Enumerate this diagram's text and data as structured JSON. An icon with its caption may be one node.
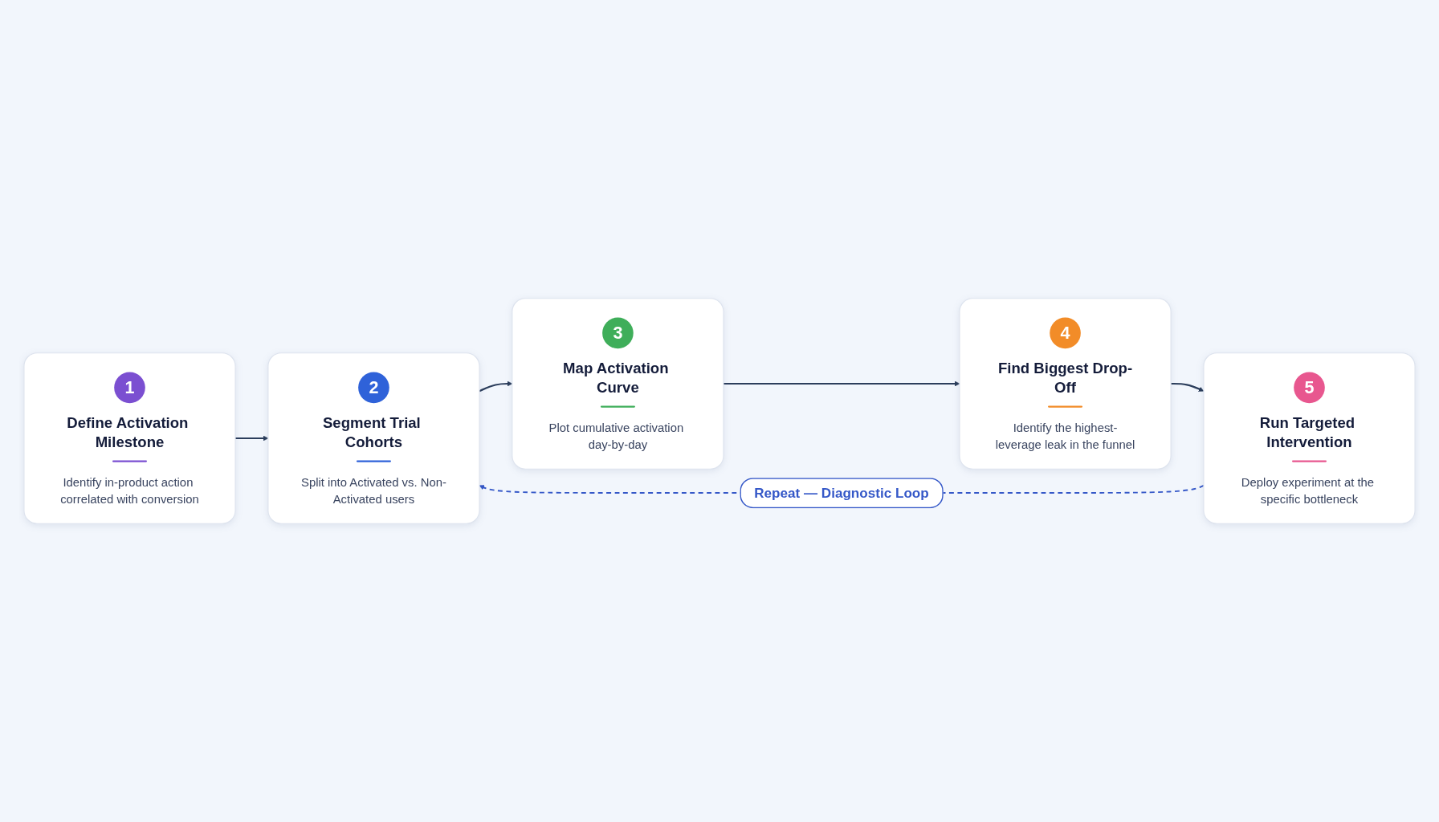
{
  "diagram": {
    "nodes": [
      {
        "text": [
          "1",
          "Define Activation Milestone",
          "Identify in-product action correlated with conversion"
        ]
      },
      {
        "text": [
          "2",
          "Segment Trial Cohorts",
          "Split into Activated vs. Non-Activated users"
        ]
      },
      {
        "text": [
          "3",
          "Map Activation Curve",
          "Plot cumulative activation day-by-day"
        ]
      },
      {
        "text": [
          "4",
          "Find Biggest Drop-Off",
          "Identify the highest-leverage leak in the funnel"
        ]
      },
      {
        "text": [
          "5",
          "Run Targeted Intervention",
          "Deploy experiment at the specific bottleneck"
        ]
      }
    ],
    "edges": [
      {
        "from": 0,
        "to": 1,
        "arrow": "to"
      },
      {
        "from": 1,
        "to": 2,
        "arrow": "to"
      },
      {
        "from": 2,
        "to": 3,
        "arrow": "to"
      },
      {
        "from": 3,
        "to": 4,
        "arrow": "to"
      },
      {
        "from": 4,
        "to": 1,
        "arrow": "to",
        "label": "Repeat — Diagnostic Loop",
        "style": "dashed",
        "color": "#3558c8"
      }
    ]
  }
}
